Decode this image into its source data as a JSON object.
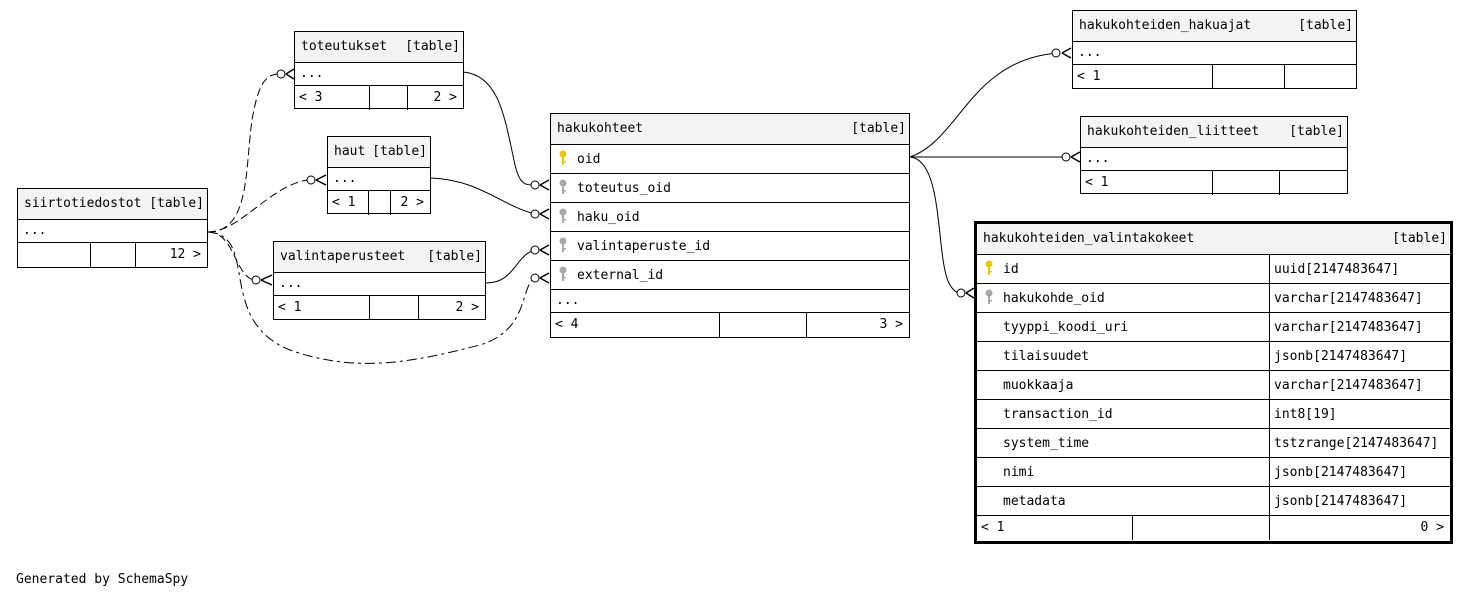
{
  "generator": "Generated by SchemaSpy",
  "tables": {
    "toteutukset": {
      "name": "toteutukset",
      "type": "[table]",
      "ellipsis": "...",
      "parents": "< 3",
      "children": "2 >"
    },
    "haut": {
      "name": "haut",
      "type": "[table]",
      "ellipsis": "...",
      "parents": "< 1",
      "children": "2 >"
    },
    "siirtotiedostot": {
      "name": "siirtotiedostot",
      "type": "[table]",
      "ellipsis": "...",
      "parents": "",
      "children": "12 >"
    },
    "valintaperusteet": {
      "name": "valintaperusteet",
      "type": "[table]",
      "ellipsis": "...",
      "parents": "< 1",
      "children": "2 >"
    },
    "hakukohteet": {
      "name": "hakukohteet",
      "type": "[table]",
      "columns": [
        {
          "name": "oid",
          "key": "primary"
        },
        {
          "name": "toteutus_oid",
          "key": "foreign"
        },
        {
          "name": "haku_oid",
          "key": "foreign"
        },
        {
          "name": "valintaperuste_id",
          "key": "foreign"
        },
        {
          "name": "external_id",
          "key": "foreign"
        }
      ],
      "ellipsis": "...",
      "parents": "< 4",
      "children": "3 >"
    },
    "hakuajat": {
      "name": "hakukohteiden_hakuajat",
      "type": "[table]",
      "ellipsis": "...",
      "parents": "< 1",
      "children": ""
    },
    "liitteet": {
      "name": "hakukohteiden_liitteet",
      "type": "[table]",
      "ellipsis": "...",
      "parents": "< 1",
      "children": ""
    },
    "valintakokeet": {
      "name": "hakukohteiden_valintakokeet",
      "type": "[table]",
      "columns": [
        {
          "name": "id",
          "type": "uuid[2147483647]",
          "key": "primary"
        },
        {
          "name": "hakukohde_oid",
          "type": "varchar[2147483647]",
          "key": "foreign"
        },
        {
          "name": "tyyppi_koodi_uri",
          "type": "varchar[2147483647]",
          "key": ""
        },
        {
          "name": "tilaisuudet",
          "type": "jsonb[2147483647]",
          "key": ""
        },
        {
          "name": "muokkaaja",
          "type": "varchar[2147483647]",
          "key": ""
        },
        {
          "name": "transaction_id",
          "type": "int8[19]",
          "key": ""
        },
        {
          "name": "system_time",
          "type": "tstzrange[2147483647]",
          "key": ""
        },
        {
          "name": "nimi",
          "type": "jsonb[2147483647]",
          "key": ""
        },
        {
          "name": "metadata",
          "type": "jsonb[2147483647]",
          "key": ""
        }
      ],
      "parents": "< 1",
      "children": "0 >"
    }
  },
  "colors": {
    "primary_key": "#e6c800",
    "foreign_key": "#a8a8a8",
    "header_bg": "#f4f4f4",
    "line": "#000000"
  }
}
